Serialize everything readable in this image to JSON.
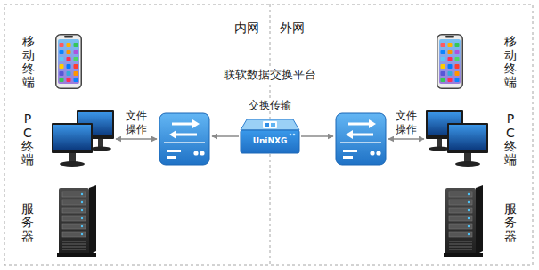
{
  "diagram": {
    "nodes": [
      {
        "text": [
          "移动终端"
        ]
      },
      {
        "text": [
          "PC终端"
        ]
      },
      {
        "text": [
          "服务器"
        ]
      },
      {
        "text": []
      },
      {
        "text": [
          "UniNXG"
        ]
      },
      {
        "text": []
      },
      {
        "text": [
          "移动终端"
        ]
      },
      {
        "text": [
          "PC终端"
        ]
      },
      {
        "text": [
          "服务器"
        ]
      }
    ],
    "edges": [
      {
        "from": 1,
        "to": 3,
        "arrow": "both",
        "label": "文件操作"
      },
      {
        "from": 4,
        "to": 3,
        "arrow": "to"
      },
      {
        "from": 4,
        "to": 5,
        "arrow": "to"
      },
      {
        "from": 7,
        "to": 5,
        "arrow": "both",
        "label": "文件操作"
      }
    ],
    "labels": [
      "内网",
      "外网",
      "联软数据交换平台",
      "交换传输"
    ]
  }
}
